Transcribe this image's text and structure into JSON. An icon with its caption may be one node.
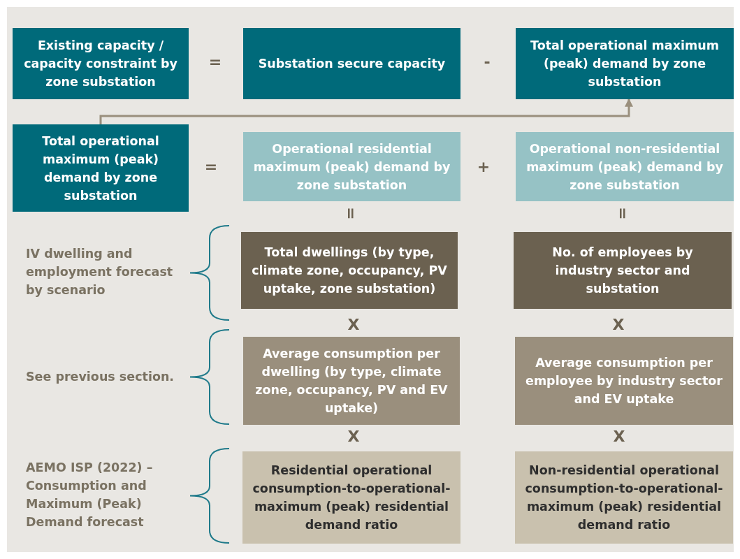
{
  "diagram": {
    "nodes": [
      {
        "text": [
          "Existing capacity / capacity constraint by zone substation"
        ]
      },
      {
        "text": [
          "Substation secure capacity"
        ]
      },
      {
        "text": [
          "Total operational maximum (peak) demand by zone substation"
        ]
      },
      {
        "text": [
          "Total operational maximum (peak) demand by zone substation"
        ]
      },
      {
        "text": [
          "Operational residential maximum (peak) demand by zone substation"
        ]
      },
      {
        "text": [
          "Operational non-residential maximum (peak) demand by zone substation"
        ]
      },
      {
        "text": [
          "Total dwellings (by type, climate zone, occupancy, PV uptake, zone substation)"
        ]
      },
      {
        "text": [
          "No. of employees by industry sector and substation"
        ]
      },
      {
        "text": [
          "Average consumption per dwelling (by type, climate zone, occupancy, PV and EV uptake)"
        ]
      },
      {
        "text": [
          "Average consumption per employee by industry sector and EV uptake"
        ]
      },
      {
        "text": [
          "Residential operational consumption-to-operational-maximum (peak) residential demand ratio"
        ]
      },
      {
        "text": [
          "Non-residential operational consumption-to-operational-maximum (peak) residential demand ratio"
        ]
      }
    ],
    "edges": [
      {
        "from": 3,
        "to": 2,
        "arrow": "to"
      }
    ],
    "labels": [
      "=",
      "-",
      "=",
      "+",
      "=",
      "=",
      "IV dwelling and employment forecast by scenario",
      "X",
      "X",
      "See previous section.",
      "X",
      "X",
      "AEMO ISP (2022) – Consumption and Maximum (Peak) Demand forecast"
    ]
  }
}
